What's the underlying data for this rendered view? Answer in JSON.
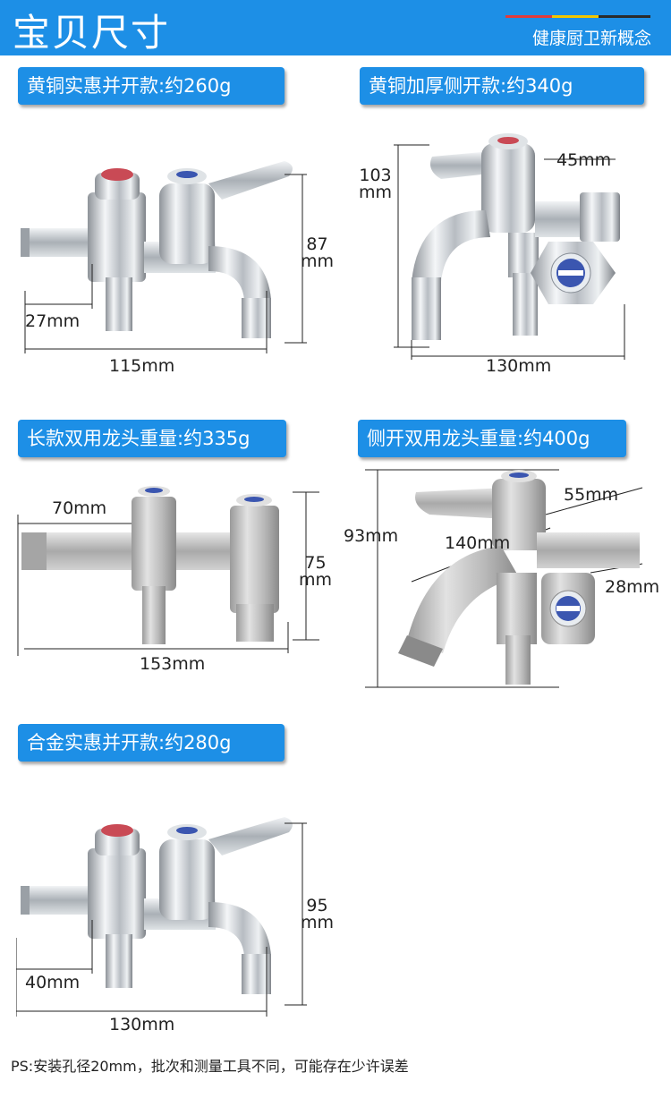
{
  "header": {
    "title": "宝贝尺寸",
    "subtitle": "健康厨卫新概念",
    "stripe_colors": [
      "#e23b3b",
      "#f2c500",
      "#2a2a2a"
    ],
    "background": "#1d8fe6"
  },
  "products": [
    {
      "label": "黄铜实惠并开款:约260g",
      "dims": {
        "width": "115mm",
        "height": "87",
        "height_unit": "mm",
        "inlet": "27mm"
      }
    },
    {
      "label": "黄铜加厚侧开款:约340g",
      "dims": {
        "width": "130mm",
        "height": "103",
        "height_unit": "mm",
        "side": "45mm"
      }
    },
    {
      "label": "长款双用龙头重量:约335g",
      "dims": {
        "width": "153mm",
        "height": "75",
        "height_unit": "mm",
        "inlet": "70mm"
      }
    },
    {
      "label": "侧开双用龙头重量:约400g",
      "dims": {
        "height": "93mm",
        "diag": "140mm",
        "side": "55mm",
        "outlet": "28mm"
      }
    },
    {
      "label": "合金实惠并开款:约280g",
      "dims": {
        "width": "130mm",
        "height": "95",
        "height_unit": "mm",
        "inlet": "40mm"
      }
    }
  ],
  "footnote": "PS:安装孔径20mm，批次和测量工具不同，可能存在少许误差"
}
